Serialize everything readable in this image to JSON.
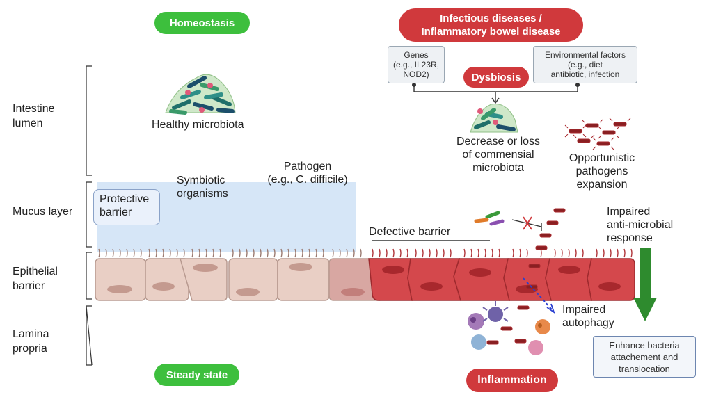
{
  "headers": {
    "homeostasis": "Homeostasis",
    "disease_line1": "Infectious diseases /",
    "disease_line2": "Inflammatory bowel disease",
    "steady_state": "Steady state",
    "inflammation": "Inflammation",
    "dysbiosis": "Dysbiosis"
  },
  "regions": {
    "lumen_line1": "Intestine",
    "lumen_line2": "lumen",
    "mucus": "Mucus layer",
    "epithelial_line1": "Epithelial",
    "epithelial_line2": "barrier",
    "lamina_line1": "Lamina",
    "lamina_line2": "propria"
  },
  "labels": {
    "healthy_microbiota": "Healthy microbiota",
    "protective_line1": "Protective",
    "protective_line2": "barrier",
    "symbiotic_line1": "Symbiotic",
    "symbiotic_line2": "organisms",
    "pathogen_line1": "Pathogen",
    "pathogen_line2": "(e.g., C. difficile)",
    "genes_line1": "Genes",
    "genes_line2": "(e.g., IL23R,",
    "genes_line3": "NOD2)",
    "env_line1": "Environmental factors",
    "env_line2": "(e.g., diet",
    "env_line3": "antibiotic, infection",
    "decrease_line1": "Decrease or loss",
    "decrease_line2": "of commensial",
    "decrease_line3": "microbiota",
    "opportunistic_line1": "Opportunistic",
    "opportunistic_line2": "pathogens",
    "opportunistic_line3": "expansion",
    "defective_barrier": "Defective barrier",
    "impaired_am_line1": "Impaired",
    "impaired_am_line2": "anti-microbial",
    "impaired_am_line3": "response",
    "impaired_autophagy_line1": "Impaired",
    "impaired_autophagy_line2": "autophagy",
    "enhance_line1": "Enhance bacteria",
    "enhance_line2": "attachement and",
    "enhance_line3": "translocation"
  },
  "colors": {
    "green_pill": "#3dbf3d",
    "red_pill": "#d0393c",
    "healthy_cell": "#e9cfc5",
    "inflamed_cell": "#d4484c",
    "mucus_zone": "#d6e6f7",
    "arrow_green": "#2e8b2e"
  }
}
